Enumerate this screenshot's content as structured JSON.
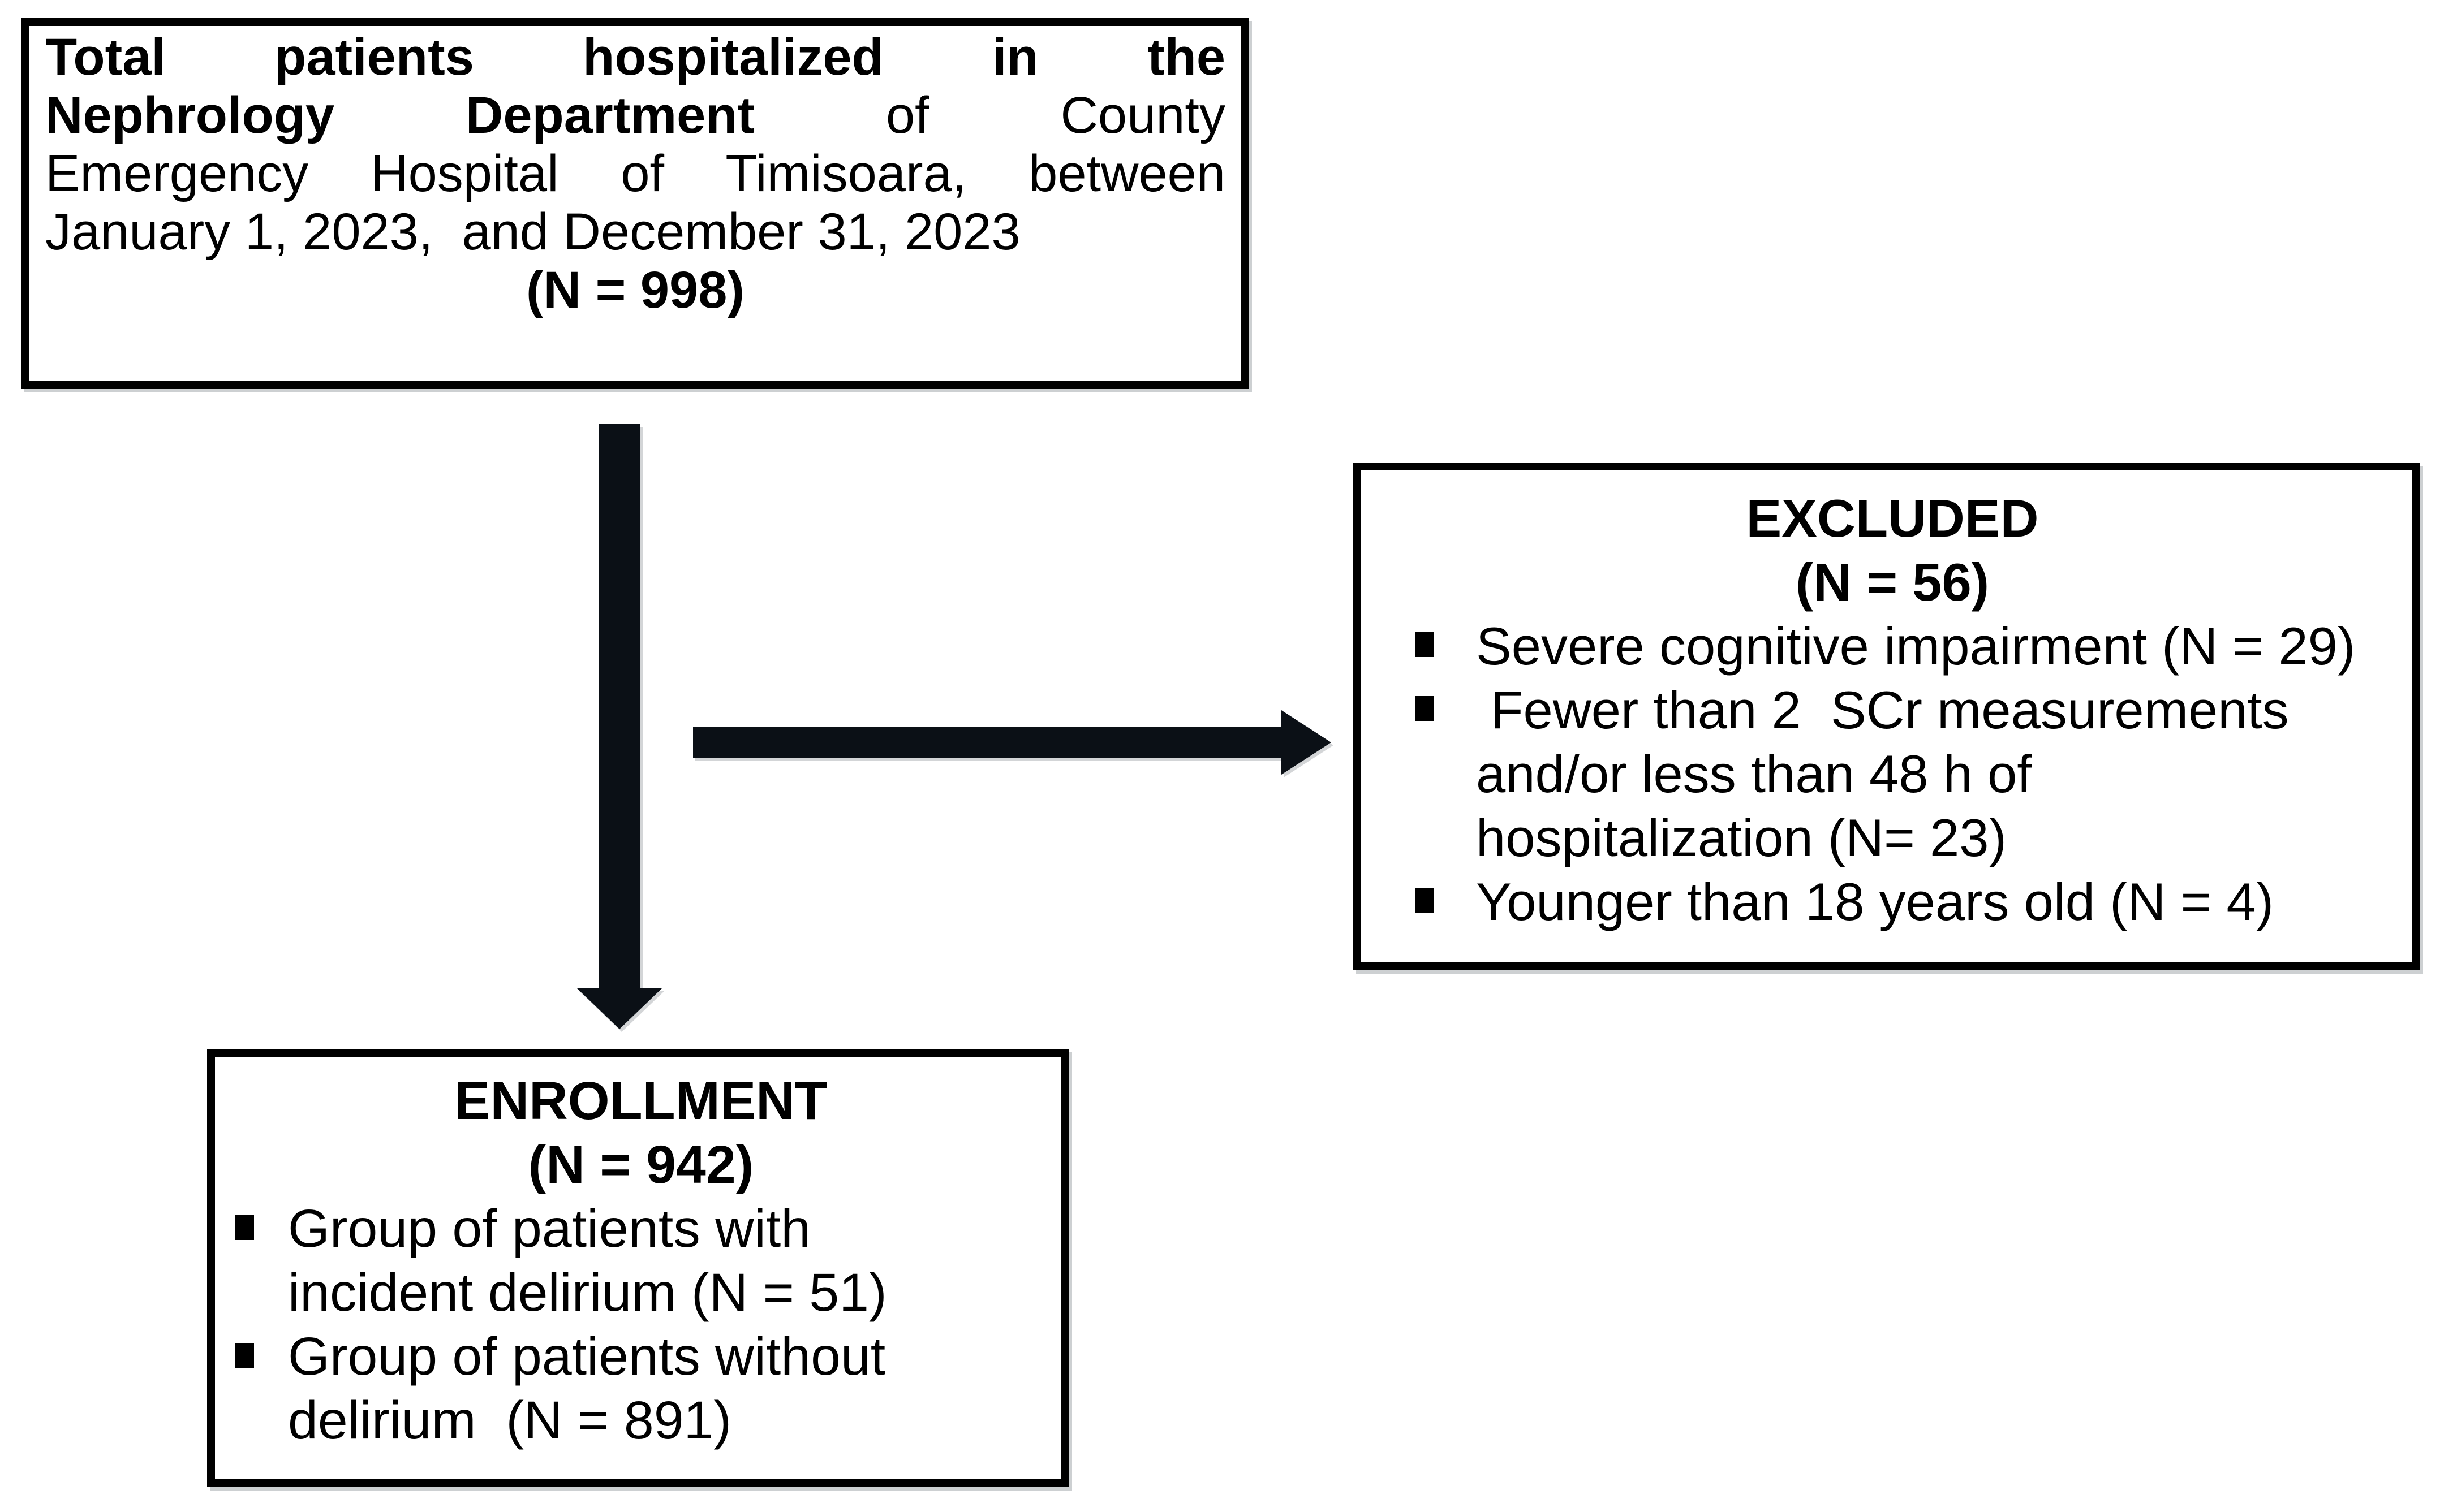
{
  "colors": {
    "background": "#ffffff",
    "text": "#000000",
    "box_border": "#000000",
    "arrow": "#0b1016"
  },
  "top_box": {
    "line1_bold": "Total patients hospitalized in the",
    "line2_bold": "Nephrology Department",
    "line2_regular": "of County",
    "line3": "Emergency Hospital of Timisoara, between",
    "line4": "January 1, 2023,  and December 31, 2023",
    "n_label": "(N = 998)"
  },
  "excluded_box": {
    "title": "EXCLUDED",
    "n_label": "(N = 56)",
    "bullets": [
      [
        "Severe cognitive impairment (N = 29)"
      ],
      [
        " Fewer than 2  SCr measurements",
        "and/or less than 48 h of",
        "hospitalization (N= 23)"
      ],
      [
        "Younger than 18 years old (N = 4)"
      ]
    ]
  },
  "enrollment_box": {
    "title": "ENROLLMENT",
    "n_label": "(N = 942)",
    "bullets": [
      [
        "Group of patients with",
        "incident delirium (N = 51)"
      ],
      [
        "Group of patients without",
        "delirium  (N = 891)"
      ]
    ]
  }
}
